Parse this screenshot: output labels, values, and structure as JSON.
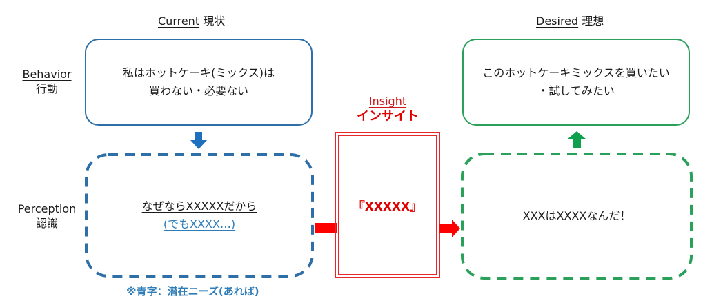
{
  "columns": {
    "current": {
      "en": "Current",
      "jp": "現状"
    },
    "desired": {
      "en": "Desired",
      "jp": "理想"
    }
  },
  "rows": {
    "behavior": {
      "en": "Behavior",
      "jp": "行動"
    },
    "perception": {
      "en": "Perception",
      "jp": "認識"
    }
  },
  "current_behavior": {
    "line1": "私はホットケーキ(ミックス)は",
    "line2": "買わない・必要ない"
  },
  "current_perception": {
    "line1": "なぜならXXXXXだから",
    "line2": "(でもXXXX…)"
  },
  "insight": {
    "title_en": "Insight",
    "title_jp": "インサイト",
    "content": "『XXXXX』"
  },
  "desired_behavior": {
    "line1": "このホットケーキミックスを買いたい",
    "line2": "・試してみたい"
  },
  "desired_perception": {
    "line1": "XXXはXXXXなんだ！"
  },
  "note": "※青字：潜在ニーズ(あれば)",
  "colors": {
    "current_blue": "#2e6fa7",
    "desired_green": "#2aa05a",
    "insight_red": "#e8262b",
    "latent_need_blue": "#2e7cb8"
  },
  "icons": {
    "down_arrow": "arrow-down-icon",
    "up_arrow": "arrow-up-icon",
    "right_arrow_in": "arrow-right-icon",
    "right_arrow_out": "arrow-right-icon"
  }
}
